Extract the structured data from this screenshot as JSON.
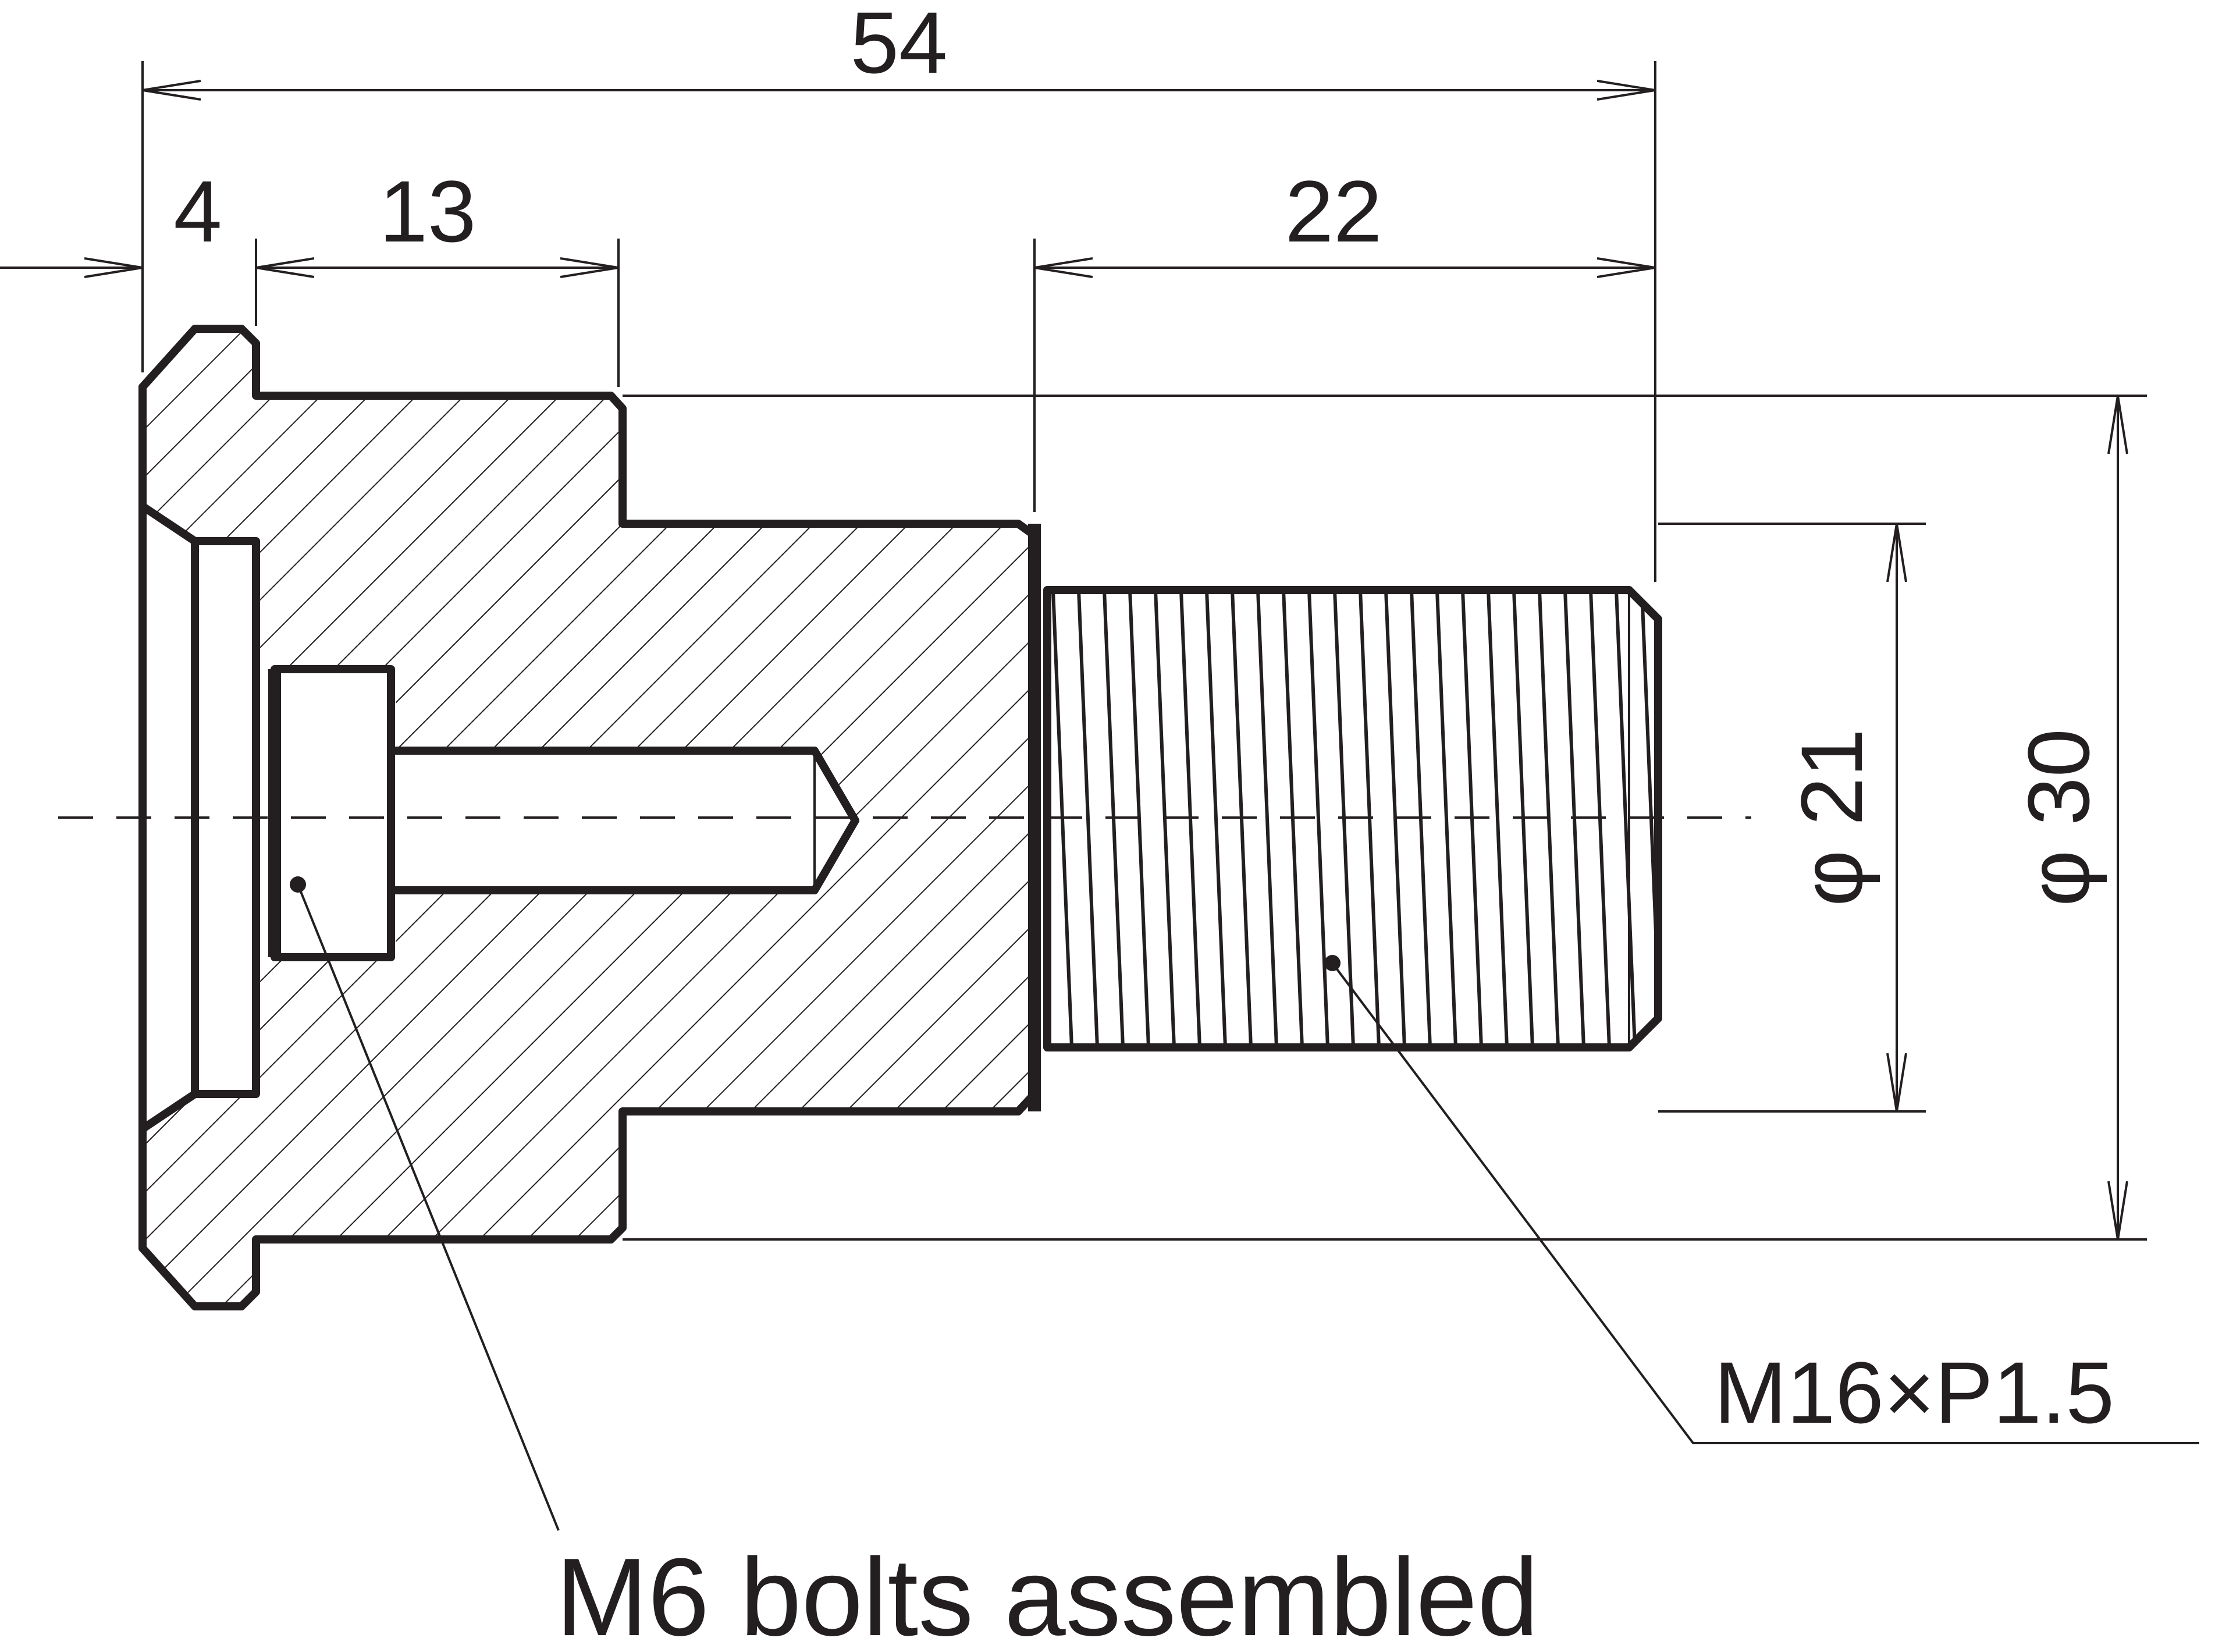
{
  "dimensions": {
    "overall_length": "54",
    "flange_thickness": "4",
    "recess_length": "13",
    "thread_length": "22",
    "thread_diameter": "φ 21",
    "body_diameter": "φ 30"
  },
  "callouts": {
    "thread_spec": "M16×P1.5",
    "bolt_note": "M6 bolts assembled"
  },
  "colors": {
    "line": "#231f20",
    "background": "#ffffff"
  }
}
